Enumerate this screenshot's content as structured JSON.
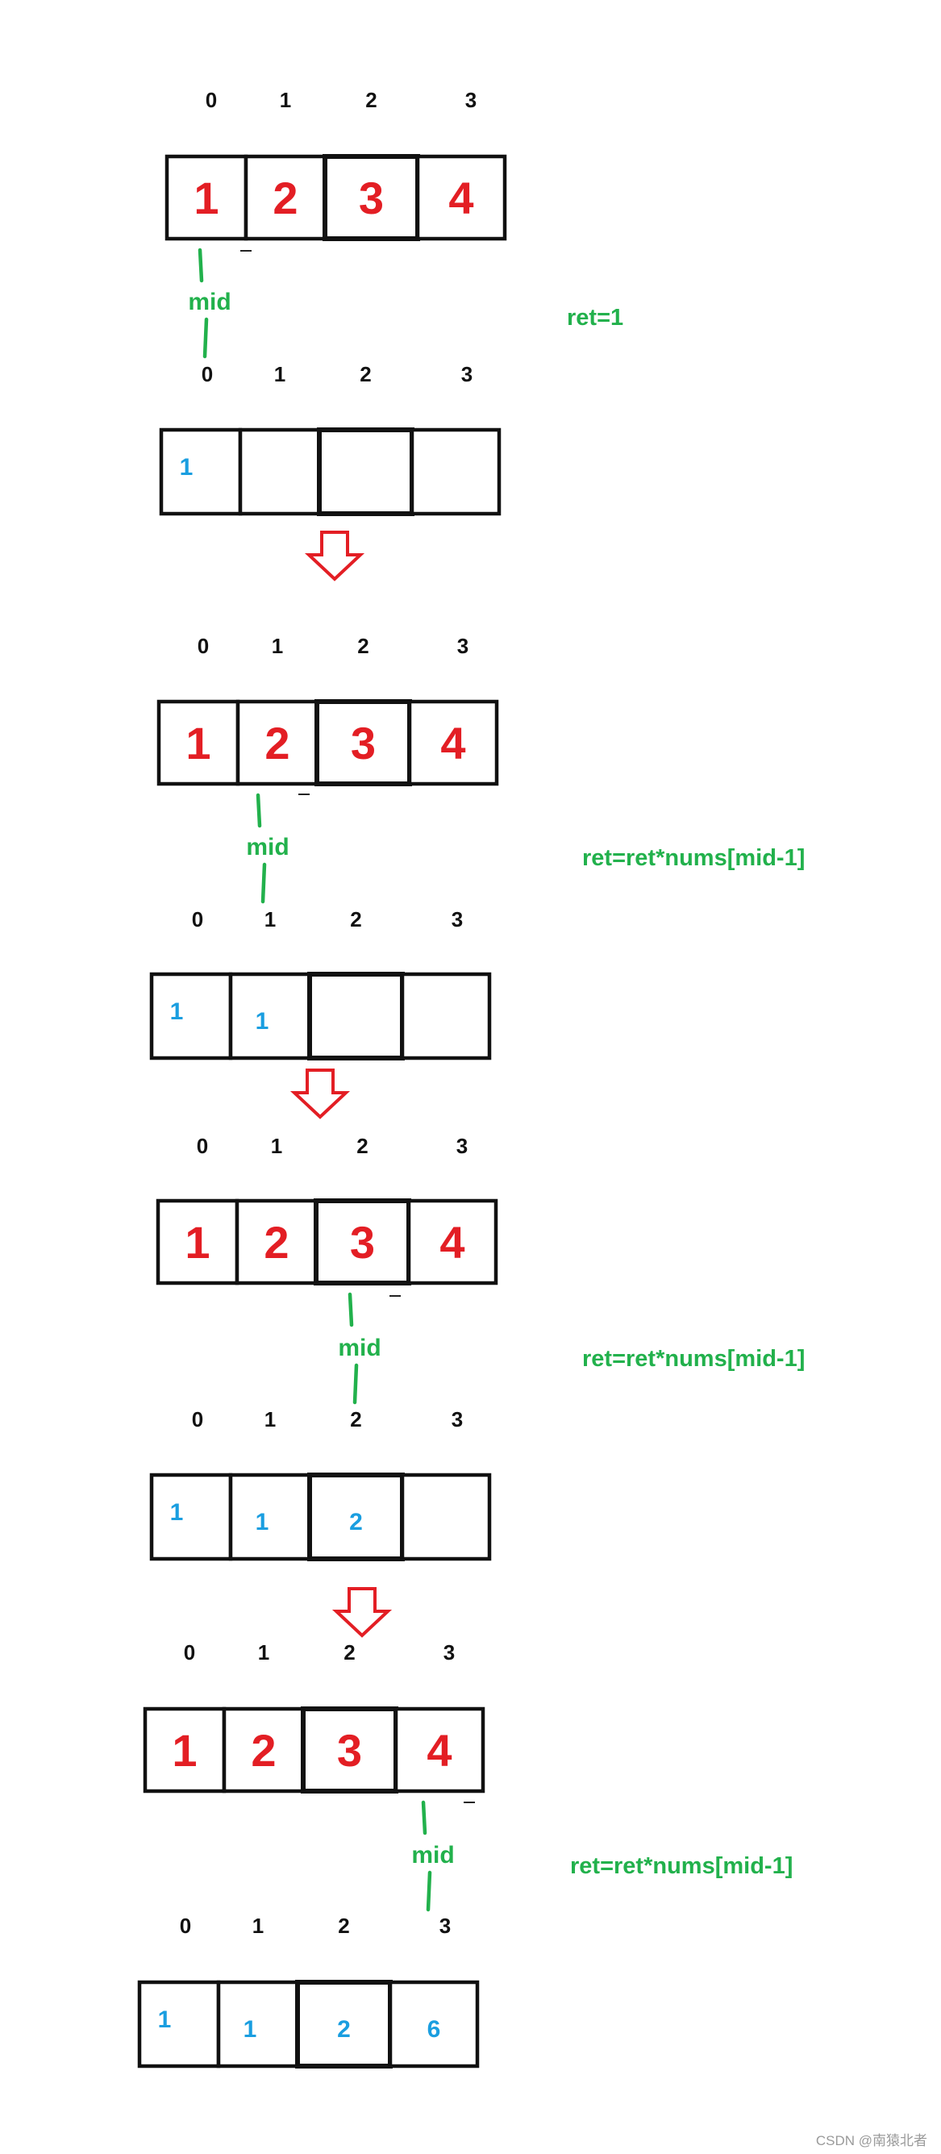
{
  "colors": {
    "box_stroke": "#111111",
    "red_value": "#e31e24",
    "blue_value": "#1a9ee0",
    "green_text": "#22b14c",
    "arrow": "#e31e24"
  },
  "steps": [
    {
      "input_indices": [
        "0",
        "1",
        "2",
        "3"
      ],
      "input_values": [
        "1",
        "2",
        "3",
        "4"
      ],
      "mid_label": "mid",
      "formula": "ret=1",
      "output_indices": [
        "0",
        "1",
        "2",
        "3"
      ],
      "output_values": [
        "1",
        "",
        "",
        ""
      ]
    },
    {
      "input_indices": [
        "0",
        "1",
        "2",
        "3"
      ],
      "input_values": [
        "1",
        "2",
        "3",
        "4"
      ],
      "mid_label": "mid",
      "formula": "ret=ret*nums[mid-1]",
      "output_indices": [
        "0",
        "1",
        "2",
        "3"
      ],
      "output_values": [
        "1",
        "1",
        "",
        ""
      ]
    },
    {
      "input_indices": [
        "0",
        "1",
        "2",
        "3"
      ],
      "input_values": [
        "1",
        "2",
        "3",
        "4"
      ],
      "mid_label": "mid",
      "formula": "ret=ret*nums[mid-1]",
      "output_indices": [
        "0",
        "1",
        "2",
        "3"
      ],
      "output_values": [
        "1",
        "1",
        "2",
        ""
      ]
    },
    {
      "input_indices": [
        "0",
        "1",
        "2",
        "3"
      ],
      "input_values": [
        "1",
        "2",
        "3",
        "4"
      ],
      "mid_label": "mid",
      "formula": "ret=ret*nums[mid-1]",
      "output_indices": [
        "0",
        "1",
        "2",
        "3"
      ],
      "output_values": [
        "1",
        "1",
        "2",
        "6"
      ]
    }
  ],
  "watermark": "CSDN @南猿北者"
}
